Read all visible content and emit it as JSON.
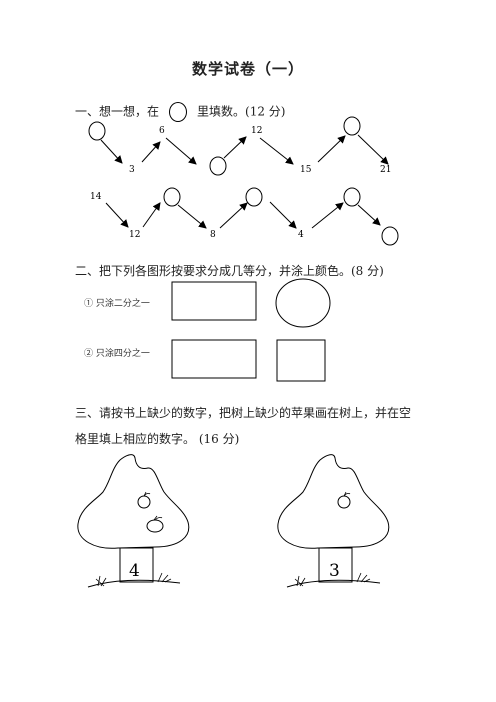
{
  "title": "数学试卷（一）",
  "section1": {
    "prefix": "一、想一想，在",
    "suffix": "里填数。(12 分)",
    "row1_numbers": [
      "6",
      "12",
      "3",
      "15",
      "21"
    ],
    "row2_numbers": [
      "14",
      "12",
      "8",
      "4"
    ]
  },
  "section2": {
    "heading": "二、把下列各图形按要求分成几等分，并涂上颜色。(8 分)",
    "instruction1": "① 只涂二分之一",
    "instruction2": "② 只涂四分之一"
  },
  "section3": {
    "line1": "三、请按书上缺少的数字，把树上缺少的苹果画在树上，并在空",
    "line2": "格里填上相应的数字。 (16 分)",
    "tree1_number": "4",
    "tree2_number": "3"
  }
}
